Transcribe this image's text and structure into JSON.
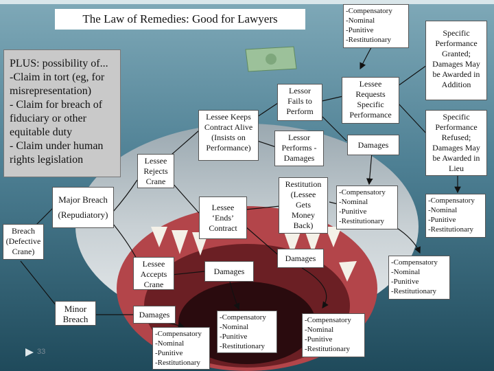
{
  "title": "The Law of Remedies: Good for Lawyers",
  "plus_note": "PLUS: possibility of...\n-Claim in tort (eg, for misrepresentation)\n- Claim for breach of fiduciary or other equitable duty\n- Claim under human rights legislation",
  "nodes": {
    "breach": "Breach\n(Defective\nCrane)",
    "major_breach": "Major Breach\n(Repudiatory)",
    "minor_breach": "Minor\nBreach",
    "lessee_rejects": "Lessee\nRejects\nCrane",
    "lessee_accepts": "Lessee\nAccepts\nCrane",
    "damages_minor": "Damages",
    "keeps_alive": "Lessee Keeps\nContract Alive\n(Insists on\nPerformance)",
    "ends_contract": "Lessee\n‘Ends’\nContract",
    "damages_accepts": "Damages",
    "lessor_fails": "Lessor\nFails to\nPerform",
    "lessor_performs": "Lessor\nPerforms -\nDamages",
    "restitution": "Restitution\n(Lessee\nGets\nMoney\nBack)",
    "damages_ends": "Damages",
    "requests_sp": "Lessee\nRequests\nSpecific\nPerformance",
    "damages_fails": "Damages",
    "sp_granted": "Specific\nPerformance\nGranted;\nDamages May\nbe Awarded in\nAddition",
    "sp_refused": "Specific\nPerformance\nRefused;\nDamages May\nbe Awarded in\nLieu"
  },
  "remedy_lists": {
    "top": "-Compensatory\n-Nominal\n-Punitive\n-Restitutionary",
    "fails_damages": "-Compensatory\n-Nominal\n-Punitive\n-Restitutionary",
    "sp_refused": "-Compensatory\n-Nominal\n-Punitive\n-Restitutionary",
    "ends_damages": "-Compensatory\n-Nominal\n-Punitive\n-Restitutionary",
    "performs": "-Compensatory\n-Nominal\n-Punitive\n-Restitutionary",
    "accepts_damages": "-Compensatory\n-Nominal\n-Punitive\n-Restitutionary",
    "minor_damages": "-Compensatory\n-Nominal\n-Punitive\n-Restitutionary"
  },
  "slide_number": "33",
  "colors": {
    "sea_top": "#5d8da0",
    "sea_bottom": "#1d4a5c",
    "shark": "#c7cfd4",
    "box_border": "#555555"
  }
}
